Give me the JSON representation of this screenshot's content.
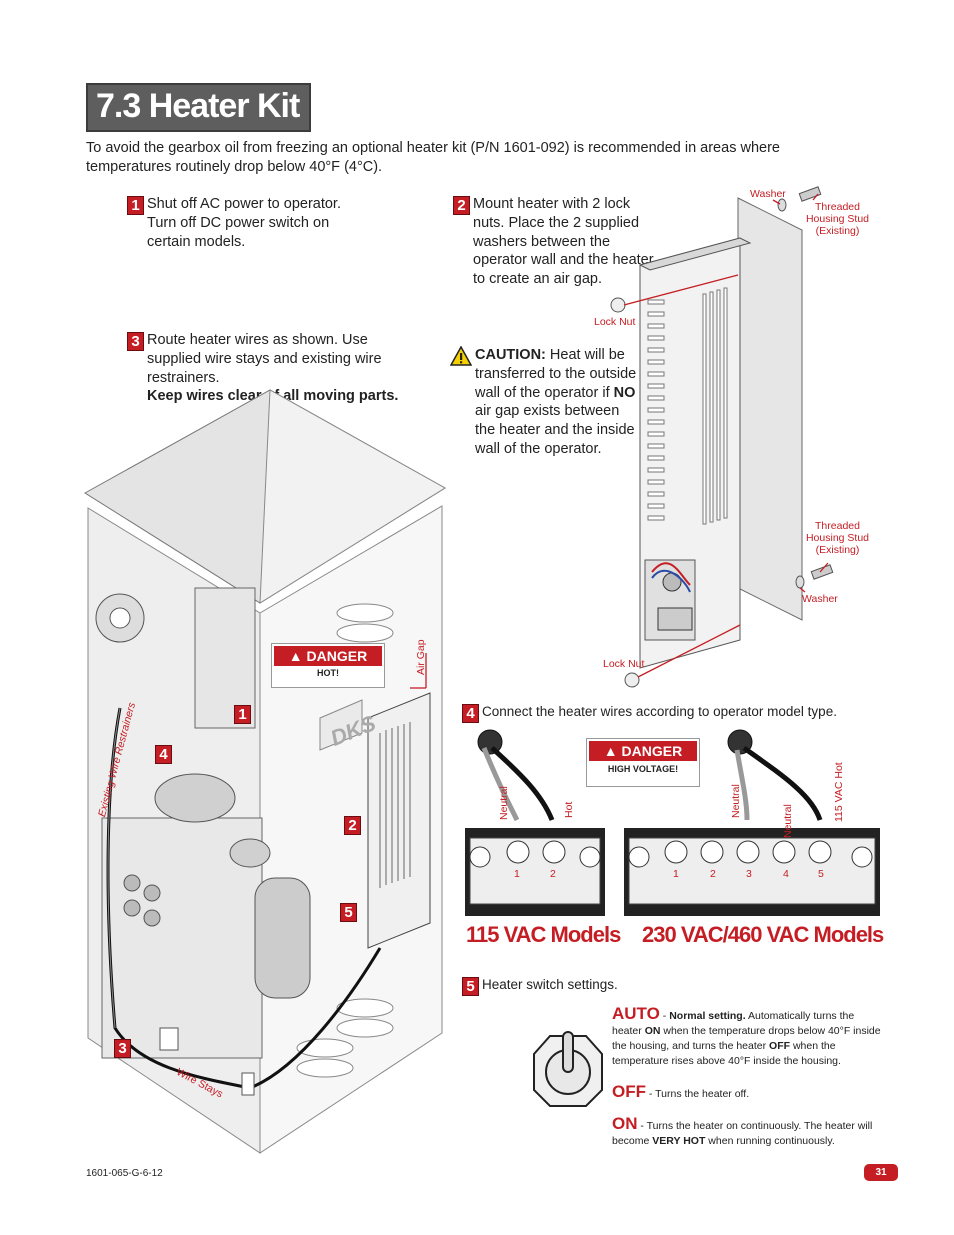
{
  "title": "7.3 Heater Kit",
  "intro": "To avoid the gearbox oil from freezing an optional heater kit (P/N 1601-092) is recommended in areas where temperatures routinely drop below 40°F (4°C).",
  "steps": {
    "s1": {
      "num": "1",
      "text": "Shut off AC power to operator. Turn off DC power switch on certain models."
    },
    "s2": {
      "num": "2",
      "text": "Mount heater with 2 lock nuts. Place the 2 supplied washers between the operator wall and the heater to create an air gap."
    },
    "s3": {
      "num": "3",
      "text": "Route heater wires as shown. Use supplied wire stays and existing wire restrainers.",
      "bold": "Keep wires clear of all moving parts."
    },
    "s4": {
      "num": "4",
      "text": "Connect the heater wires according to operator model type."
    },
    "s5": {
      "num": "5",
      "text": "Heater switch settings."
    }
  },
  "caution": {
    "label": "CAUTION:",
    "text1": " Heat will be transferred to the outside wall of the operator if ",
    "bold": "NO",
    "text2": " air gap exists between the heater and the inside wall of the operator."
  },
  "callouts": {
    "washer": "Washer",
    "threaded": "Threaded Housing Stud (Existing)",
    "lock_nut": "Lock Nut",
    "air_gap": "Air Gap",
    "existing_wire_restrainers": "Existing Wire Restrainers",
    "wire_stays": "Wire Stays"
  },
  "danger_signs": {
    "word": "DANGER",
    "hot": "HOT!",
    "high_voltage": "HIGH VOLTAGE!"
  },
  "brand": "DKS",
  "diagram_steps": [
    "1",
    "4",
    "2",
    "5",
    "3"
  ],
  "terminals": {
    "model_115": "115 VAC Models",
    "model_230": "230 VAC/460 VAC Models",
    "neutral": "Neutral",
    "hot": "Hot",
    "hot_115": "115 VAC Hot",
    "t115": [
      "1",
      "2"
    ],
    "t230": [
      "1",
      "2",
      "3",
      "4",
      "5"
    ]
  },
  "settings": {
    "auto": {
      "kw": "AUTO",
      "bold": "Normal setting.",
      "text_a": " Automatically turns the heater ",
      "on1": "ON",
      "text_b": " when the temperature drops below 40°F inside the housing, and turns the heater ",
      "off1": "OFF",
      "text_c": " when the temperature rises above 40°F inside the housing."
    },
    "off": {
      "kw": "OFF",
      "text": " - Turns the heater off."
    },
    "on": {
      "kw": "ON",
      "text_a": " - Turns the heater on continuously. The heater will become ",
      "bold": "VERY HOT",
      "text_b": " when running continuously."
    }
  },
  "footer": {
    "doc": "1601-065-G-6-12",
    "page": "31"
  },
  "colors": {
    "accent": "#c41e24",
    "title_bg": "#5e5e5e"
  }
}
